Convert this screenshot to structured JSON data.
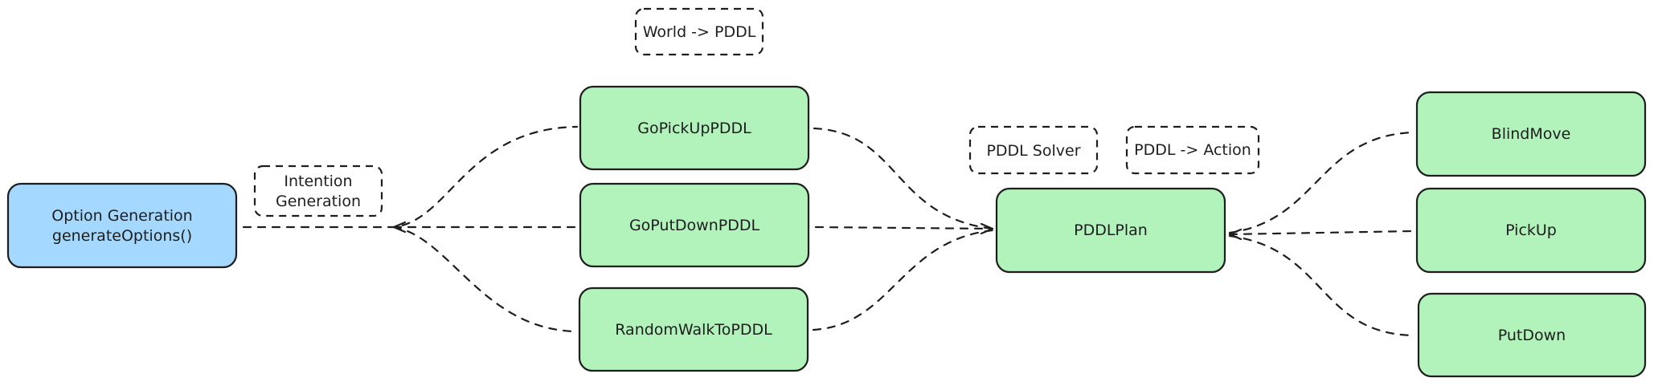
{
  "colors": {
    "primary_node": "#a5d8ff",
    "behavior_node": "#b2f2bb",
    "stroke": "#1e1e1e"
  },
  "nodes": {
    "option_generation": {
      "line1": "Option Generation",
      "line2": "generateOptions()"
    },
    "go_pick_up_pddl": "GoPickUpPDDL",
    "go_put_down_pddl": "GoPutDownPDDL",
    "random_walk_to_pddl": "RandomWalkToPDDL",
    "pddl_plan": "PDDLPlan",
    "blind_move": "BlindMove",
    "pick_up": "PickUp",
    "put_down": "PutDown"
  },
  "notes": {
    "intention_generation": {
      "line1": "Intention",
      "line2": "Generation"
    },
    "world_to_pddl": "World -> PDDL",
    "pddl_solver": "PDDL Solver",
    "pddl_to_action": "PDDL -> Action"
  }
}
